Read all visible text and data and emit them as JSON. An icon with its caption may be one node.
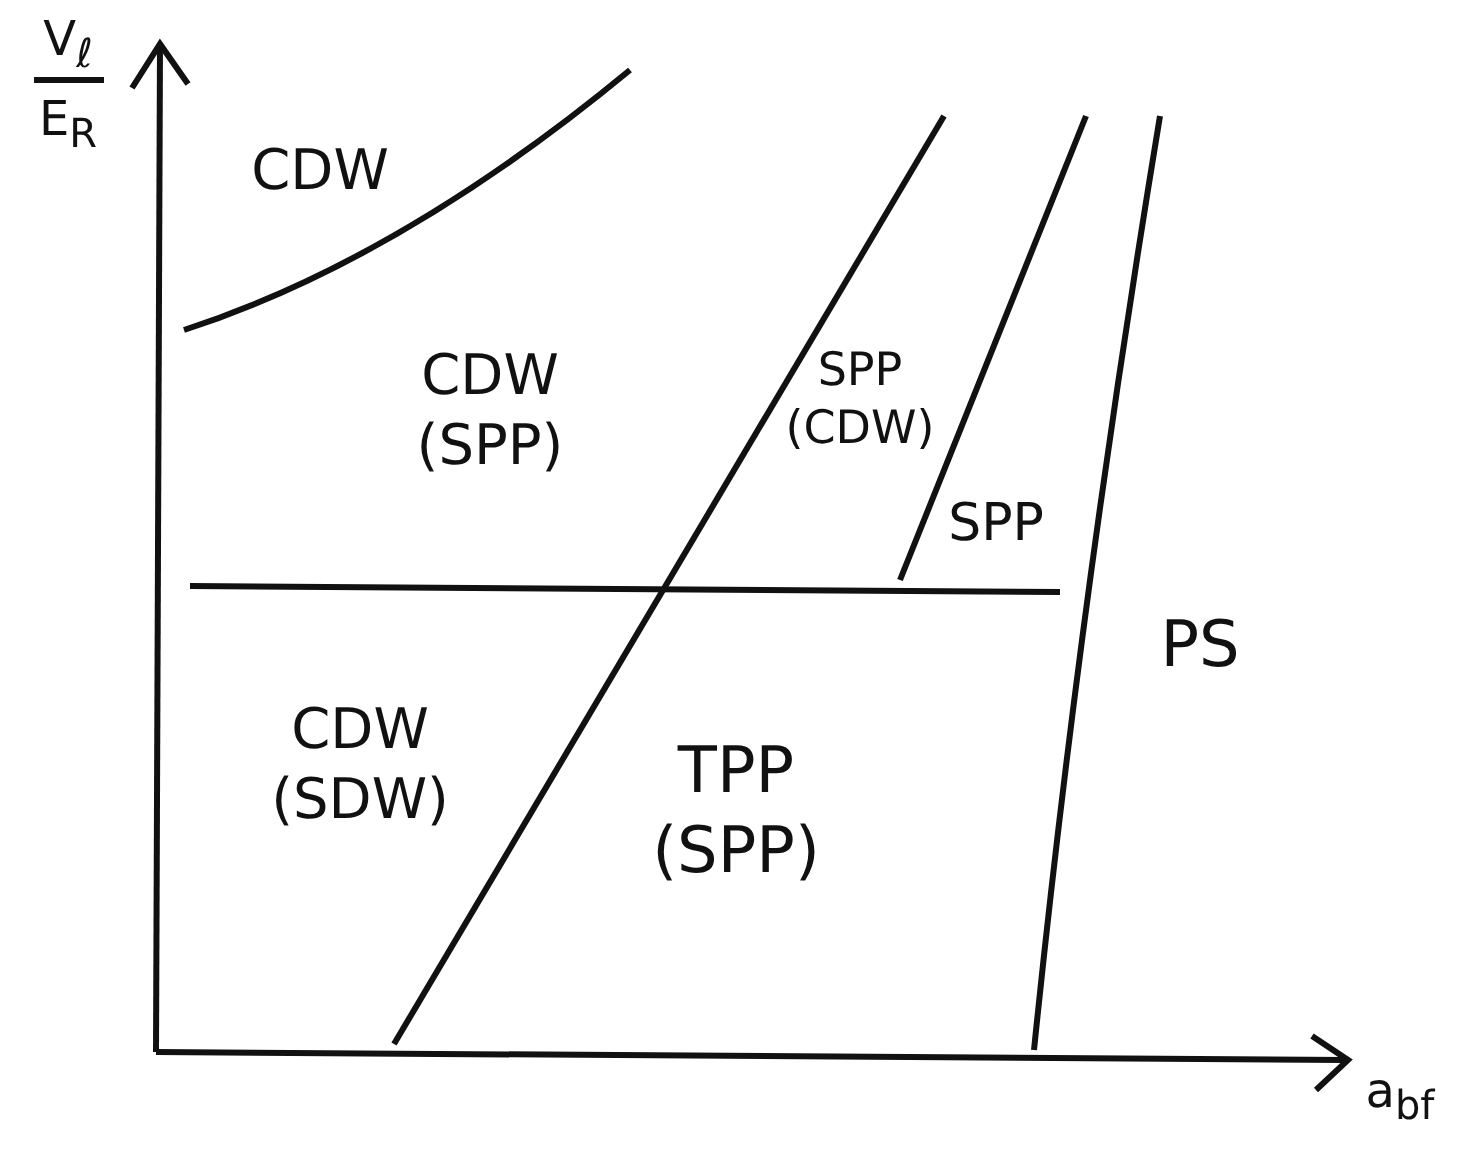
{
  "diagram": {
    "labels": [
      "V$_{ℓ}$",
      "E$_{R}$",
      "CDW",
      "CDW (SPP)",
      "SPP (CDW)",
      "SPP",
      "PS",
      "CDW (SDW)",
      "TPP (SPP)",
      "a$_{bf}$"
    ]
  }
}
